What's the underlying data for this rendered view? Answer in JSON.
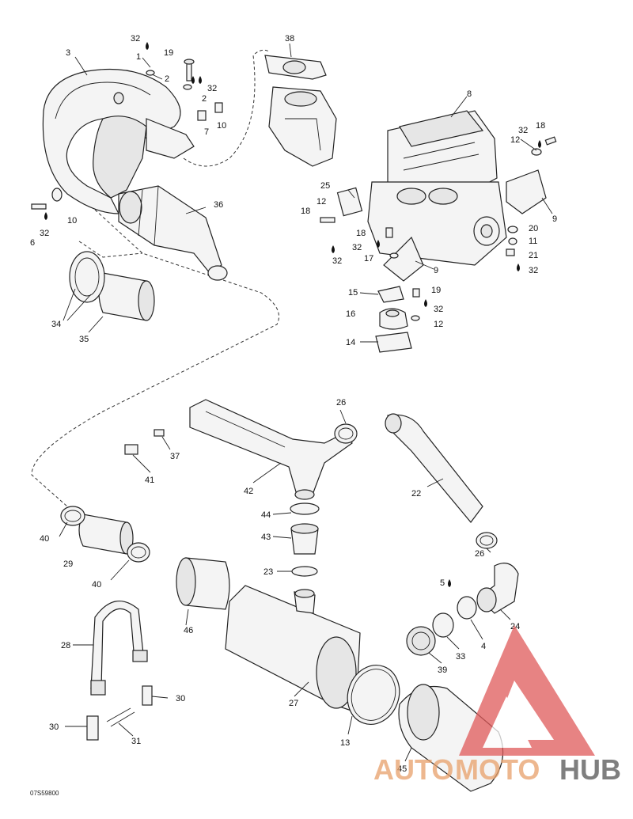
{
  "diagram": {
    "reference_code": "07S59800",
    "callouts": [
      "1",
      "2",
      "3",
      "4",
      "5",
      "6",
      "7",
      "8",
      "9",
      "10",
      "11",
      "12",
      "13",
      "14",
      "15",
      "16",
      "17",
      "18",
      "19",
      "20",
      "21",
      "22",
      "23",
      "24",
      "25",
      "26",
      "27",
      "28",
      "29",
      "30",
      "31",
      "32",
      "33",
      "34",
      "35",
      "36",
      "37",
      "38",
      "39",
      "40",
      "41",
      "42",
      "43",
      "44",
      "45",
      "46"
    ]
  },
  "watermark": {
    "part1": "AUTO",
    "part2": "MOTO",
    "part3": "HUB",
    "color_primary": "#e8a06a",
    "color_secondary": "#555555",
    "triangle_color": "#e05a5a"
  }
}
